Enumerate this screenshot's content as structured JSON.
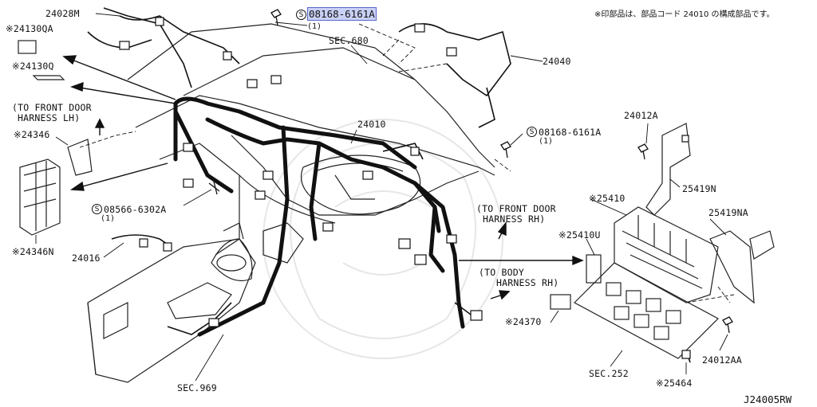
{
  "note": "※印部品は、部品コード 24010 の構成部品です。",
  "diagram_code": "J24005RW",
  "screw_symbol": "S",
  "labels": {
    "p24028M": "24028M",
    "p24130QA": "※24130QA",
    "p24130Q": "※24130Q",
    "front_door_lh_1": "(TO FRONT DOOR",
    "front_door_lh_2": "HARNESS LH)",
    "p24346": "※24346",
    "p24346N": "※24346N",
    "bolt_08566": "08566-6302A",
    "bolt_08566_qty": "(1)",
    "p24016": "24016",
    "bolt_08168_top": "08168-6161A",
    "bolt_08168_top_qty": "(1)",
    "sec680": "SEC.680",
    "p24040": "24040",
    "p24010": "24010",
    "bolt_08168_right": "08168-6161A",
    "bolt_08168_right_qty": "(1)",
    "p24012A": "24012A",
    "p25419N": "25419N",
    "p25410": "※25410",
    "p25419NA": "25419NA",
    "front_door_rh_1": "(TO FRONT DOOR",
    "front_door_rh_2": "HARNESS RH)",
    "p25410U": "※25410U",
    "body_rh_1": "(TO BODY",
    "body_rh_2": "HARNESS RH)",
    "p24370": "※24370",
    "sec252": "SEC.252",
    "p24012AA": "24012AA",
    "p25464": "※25464",
    "sec969": "SEC.969"
  }
}
